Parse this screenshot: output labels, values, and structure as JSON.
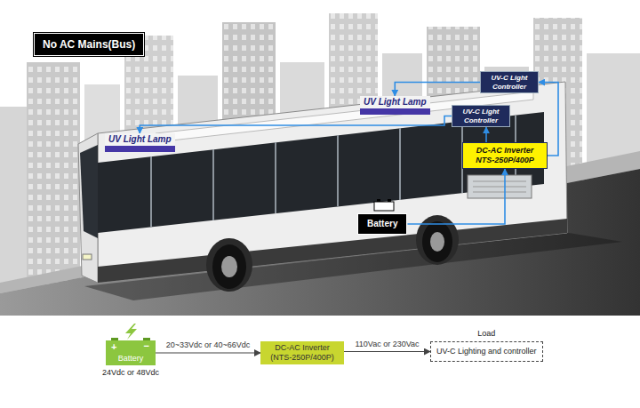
{
  "diagram": {
    "nodes": [
      {
        "text": [
          "No AC Mains(Bus)"
        ]
      },
      {
        "text": [
          "UV Light Lamp"
        ]
      },
      {
        "text": [
          "UV Light Lamp"
        ]
      },
      {
        "text": [
          "UV-C Light Controller"
        ]
      },
      {
        "text": [
          "UV-C Light Controller"
        ]
      },
      {
        "text": [
          "DC-AC Inverter NTS-250P/400P"
        ]
      },
      {
        "text": [
          "Battery"
        ]
      },
      {
        "text": [
          "Battery",
          "24Vdc or 48Vdc"
        ]
      },
      {
        "text": [
          "DC-AC Inverter (NTS-250P/400P)"
        ]
      },
      {
        "text": [
          "Load",
          "UV-C Lighting and controller"
        ]
      }
    ],
    "edges": [
      {
        "from": 6,
        "to": 5,
        "arrow": "to"
      },
      {
        "from": 5,
        "to": 3,
        "arrow": "to"
      },
      {
        "from": 5,
        "to": 4,
        "arrow": "to"
      },
      {
        "from": 3,
        "to": 2,
        "arrow": "to"
      },
      {
        "from": 4,
        "to": 1,
        "arrow": "to"
      },
      {
        "from": 7,
        "to": 8,
        "label": "20~33Vdc or 40~66Vdc",
        "arrow": "to"
      },
      {
        "from": 8,
        "to": 9,
        "label": "110Vac or 230Vac",
        "arrow": "to"
      }
    ],
    "labels": [
      "+",
      "−"
    ]
  }
}
